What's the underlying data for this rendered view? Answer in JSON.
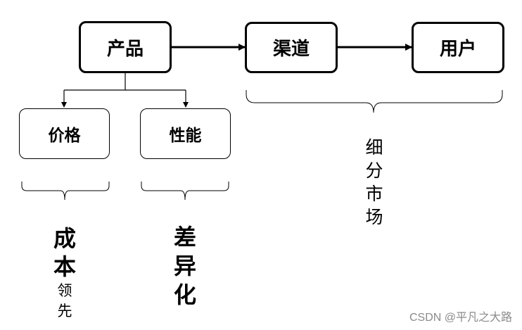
{
  "nodes": {
    "product": "产品",
    "channel": "渠道",
    "user": "用户",
    "price": "价格",
    "performance": "性能"
  },
  "labels": {
    "segment": [
      "细",
      "分",
      "市",
      "场"
    ],
    "cost_leadership": [
      "成",
      "本",
      "领",
      "先"
    ],
    "differentiation": [
      "差",
      "异",
      "化"
    ]
  },
  "watermark": "CSDN @平凡之大路"
}
